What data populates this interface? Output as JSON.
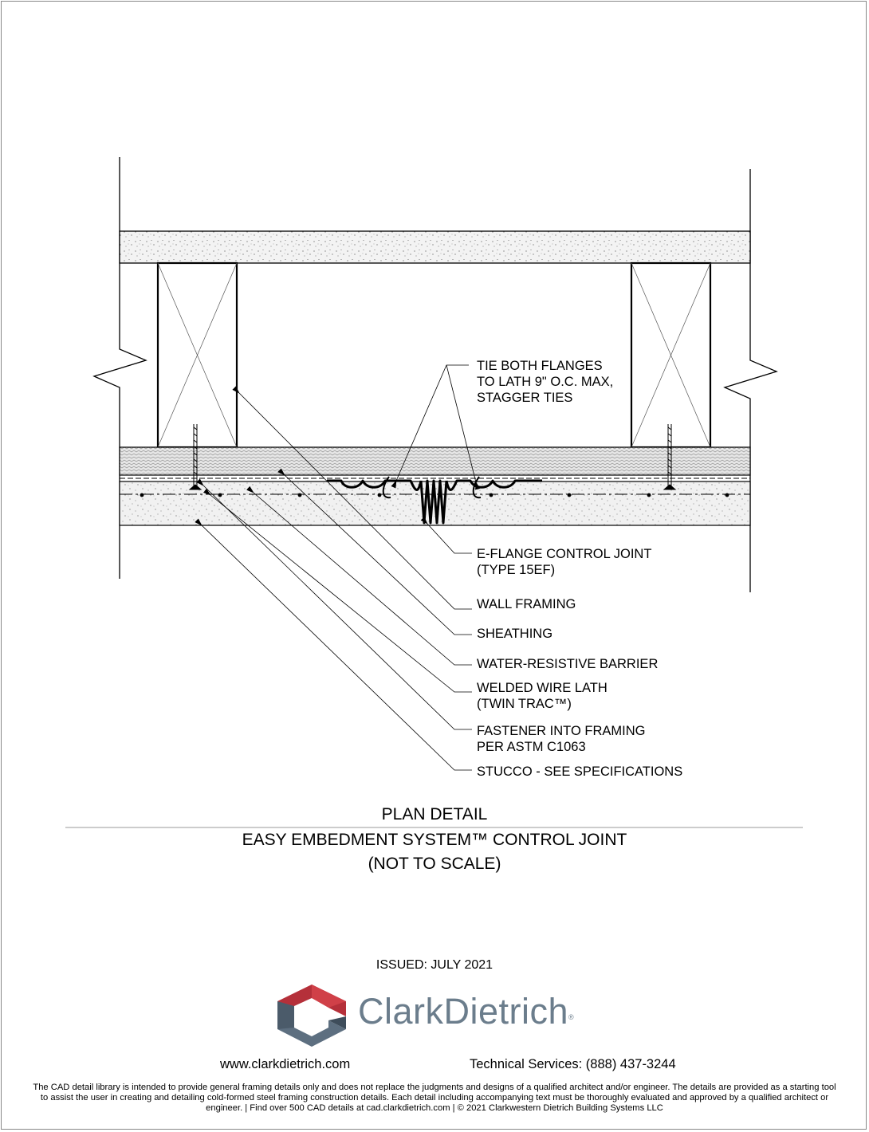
{
  "callouts": {
    "tie_flanges": [
      "TIE BOTH FLANGES",
      "TO LATH 9\" O.C. MAX,",
      "STAGGER TIES"
    ],
    "control_joint": [
      "E-FLANGE CONTROL JOINT",
      "(TYPE 15EF)"
    ],
    "wall_framing": "WALL FRAMING",
    "sheathing": "SHEATHING",
    "wrb": "WATER-RESISTIVE BARRIER",
    "lath": [
      "WELDED WIRE LATH",
      "(TWIN TRAC™)"
    ],
    "fastener": [
      "FASTENER INTO FRAMING",
      "PER ASTM C1063"
    ],
    "stucco": "STUCCO - SEE SPECIFICATIONS"
  },
  "title": {
    "line1": "PLAN DETAIL",
    "line2": "EASY EMBEDMENT SYSTEM™ CONTROL JOINT",
    "line3": "(NOT TO SCALE)"
  },
  "issued": "ISSUED: JULY 2021",
  "brand": {
    "name": "ClarkDietrich",
    "trademark": "®",
    "colors": {
      "red": "#b5303a",
      "dark_red": "#7f1f27",
      "slate": "#5d6f80",
      "dark_slate": "#3e4d5b",
      "word": "#6b7d8c"
    }
  },
  "contact": {
    "website": "www.clarkdietrich.com",
    "phone": "Technical Services: (888) 437-3244"
  },
  "disclaimer": "The CAD detail library is intended to provide general framing details only and does not replace the judgments and designs of a qualified architect and/or engineer. The details are provided as a starting tool to assist the user in creating and detailing cold-formed steel framing construction details. Each detail including accompanying text must be thoroughly evaluated and approved by a qualified architect or engineer.    |    Find over 500 CAD details at cad.clarkdietrich.com    |    © 2021 Clarkwestern Dietrich Building Systems LLC"
}
